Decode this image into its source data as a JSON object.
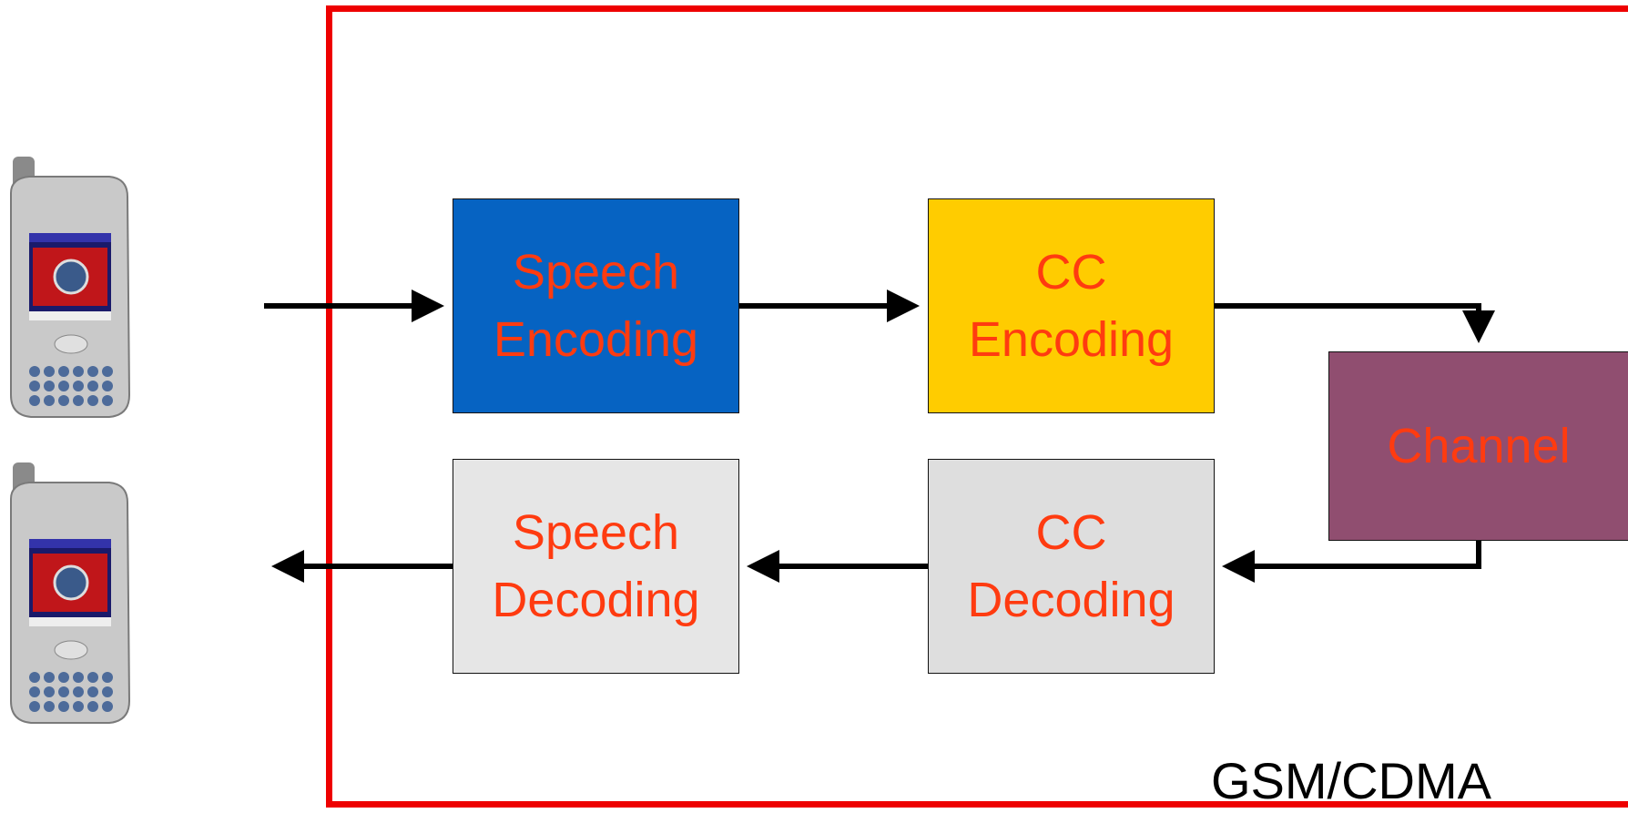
{
  "system_label": "GSM/CDMA",
  "blocks": {
    "speech_encoding": [
      "Speech",
      "Encoding"
    ],
    "cc_encoding": [
      "CC",
      "Encoding"
    ],
    "channel": [
      "Channel"
    ],
    "cc_decoding": [
      "CC",
      "Decoding"
    ],
    "speech_decoding": [
      "Speech",
      "Decoding"
    ]
  },
  "colors": {
    "frame": "#ee0000",
    "speech_encoding_fill": "#0663c2",
    "cc_encoding_fill": "#ffcc00",
    "channel_fill": "#904e70",
    "decoding_fill": "#e6e6e6",
    "block_text": "#ff3b10"
  },
  "icons": [
    "mobile-phone-icon",
    "mobile-phone-icon"
  ]
}
